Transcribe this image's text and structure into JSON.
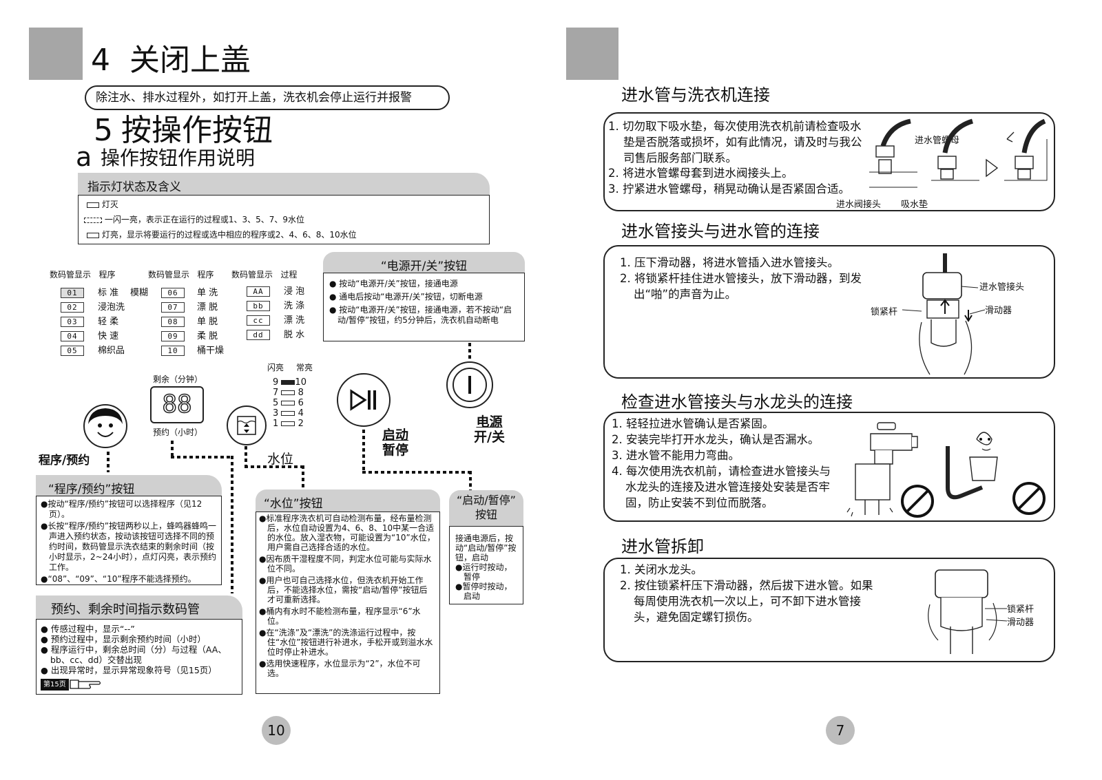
{
  "left": {
    "section4_number": "4",
    "section4_title": "关闭上盖",
    "lid_notice": "除注水、排水过程外，如打开上盖，洗衣机会停止运行并报警",
    "section5_number": "5",
    "section5_title": "按操作按钮",
    "sub_a_letter": "a",
    "sub_a_title": "操作按钮作用说明",
    "indicator": {
      "header": "指示灯状态及含义",
      "rows": [
        "灯灭",
        "一闪一亮，表示正在运行的过程或1、3、5、7、9水位",
        "灯亮，显示将要运行的过程或选中相应的程序或2、4、6、8、10水位"
      ]
    },
    "program_table": {
      "col1_header_display": "数码管显示",
      "col1_header_program": "程序",
      "col2_header_display": "数码管显示",
      "col2_header_program": "程序",
      "col3_header_display": "数码管显示",
      "col3_header_process": "过程",
      "fuzzy": "模糊",
      "col1": [
        {
          "code": "01",
          "name": "标 准"
        },
        {
          "code": "02",
          "name": "浸泡洗"
        },
        {
          "code": "03",
          "name": "轻 柔"
        },
        {
          "code": "04",
          "name": "快 速"
        },
        {
          "code": "05",
          "name": "棉织品"
        }
      ],
      "col2": [
        {
          "code": "06",
          "name": "单 洗"
        },
        {
          "code": "07",
          "name": "漂 脱"
        },
        {
          "code": "08",
          "name": "单 脱"
        },
        {
          "code": "09",
          "name": "柔 脱"
        },
        {
          "code": "10",
          "name": "桶干燥"
        }
      ],
      "col3": [
        {
          "code": "AA",
          "name": "浸 泡"
        },
        {
          "code": "bb",
          "name": "洗 涤"
        },
        {
          "code": "cc",
          "name": "漂 洗"
        },
        {
          "code": "dd",
          "name": "脱 水"
        }
      ]
    },
    "power_box": {
      "title": "“电源开/关”按钮",
      "items": [
        "按动“电源开/关”按钮，接通电源",
        "通电后按动“电源开/关”按钮，切断电源",
        "按动“电源开/关”按钮，接通电源，若不按动“启动/暂停”按钮，约5分钟后，洗衣机自动断电"
      ]
    },
    "panel": {
      "remaining_label": "剩余（分钟）",
      "display_value": "88",
      "reserve_label": "预约（小时）",
      "flash_label": "闪亮",
      "steady_label": "常亮",
      "level_left": [
        "9",
        "7",
        "5",
        "3",
        "1"
      ],
      "level_right": [
        "10",
        "8",
        "6",
        "4",
        "2"
      ],
      "program_label": "程序/预约",
      "water_label": "水位",
      "start_label_1": "启动",
      "start_label_2": "暂停",
      "power_label_1": "电源",
      "power_label_2": "开/关"
    },
    "program_box": {
      "title": "“程序/预约”按钮",
      "items": [
        "按动“程序/预约”按钮可以选择程序（见12页）。",
        "长按“程序/预约”按钮两秒以上，蜂鸣器蜂鸣一声进入预约状态，按动该按钮可选择不同的预约时间，数码管显示洗衣结束的剩余时间（按小时显示，2~24小时），点灯闪亮，表示预约工作。",
        "“08”、“09”、“10”程序不能选择预约。"
      ]
    },
    "display_box": {
      "title": "预约、剩余时间指示数码管",
      "items": [
        "传感过程中，显示“--”",
        "预约过程中，显示剩余预约时间（小时）",
        "程序运行中，剩余总时间（分）与过程（AA、bb、cc、dd）交替出现",
        "出现异常时，显示异常现象符号（见15页）"
      ],
      "page_ref": "第15页"
    },
    "water_box": {
      "title": "“水位”按钮",
      "items": [
        "标准程序洗衣机可自动检测布量，经布量检测后，水位自动设置为4、6、8、10中某一合适的水位。放入湿衣物，可能设置为“10”水位，用户需自己选择合适的水位。",
        "因布质干湿程度不同，判定水位可能与实际水位不同。",
        "用户也可自己选择水位，但洗衣机开始工作后，不能选择水位，需按“启动/暂停”按钮后才可重新选择。",
        "桶内有水时不能检测布量，程序显示“6”水位。",
        "在“洗涤”及“漂洗”的洗涤运行过程中，按住“水位”按钮进行补进水，手松开或到溢水水位时停止补进水。",
        "选用快速程序，水位显示为“2”，水位不可选。"
      ]
    },
    "start_box": {
      "title_1": "“启动/暂停”",
      "title_2": "按钮",
      "intro": "接通电源后，按动“启动/暂停”按钮，启动",
      "items": [
        "运行时按动，暂停",
        "暂停时按动，启动"
      ]
    },
    "page_number": "10"
  },
  "right": {
    "s1": {
      "title": "进水管与洗衣机连接",
      "items": [
        "1. 切勿取下吸水垫，每次使用洗衣机前请检查吸水垫是否脱落或损坏，如有此情况，请及时与我公司售后服务部门联系。",
        "2. 将进水管螺母套到进水阀接头上。",
        "3. 拧紧进水管螺母，稍晃动确认是否紧固合适。"
      ],
      "label_nut": "进水管螺母",
      "label_valve": "进水阀接头",
      "label_pad": "吸水垫"
    },
    "s2": {
      "title": "进水管接头与进水管的连接",
      "items": [
        "1. 压下滑动器，将进水管插入进水管接头。",
        "2. 将锁紧杆挂住进水管接头，放下滑动器，到发出“啪”的声音为止。"
      ],
      "label_joint": "进水管接头",
      "label_slider": "滑动器",
      "label_lever": "锁紧杆"
    },
    "s3": {
      "title": "检查进水管接头与水龙头的连接",
      "items": [
        "1. 轻轻拉进水管确认是否紧固。",
        "2. 安装完毕打开水龙头，确认是否漏水。",
        "3. 进水管不能用力弯曲。",
        "4. 每次使用洗衣机前，请检查进水管接头与水龙头的连接及进水管连接处安装是否牢固，防止安装不到位而脱落。"
      ]
    },
    "s4": {
      "title": "进水管拆卸",
      "items": [
        "1. 关闭水龙头。",
        "2. 按住锁紧杆压下滑动器，然后拔下进水管。如果每周使用洗衣机一次以上，可不卸下进水管接头，避免固定螺钉损伤。"
      ],
      "label_lever": "锁紧杆",
      "label_slider": "滑动器"
    },
    "page_number": "7"
  }
}
